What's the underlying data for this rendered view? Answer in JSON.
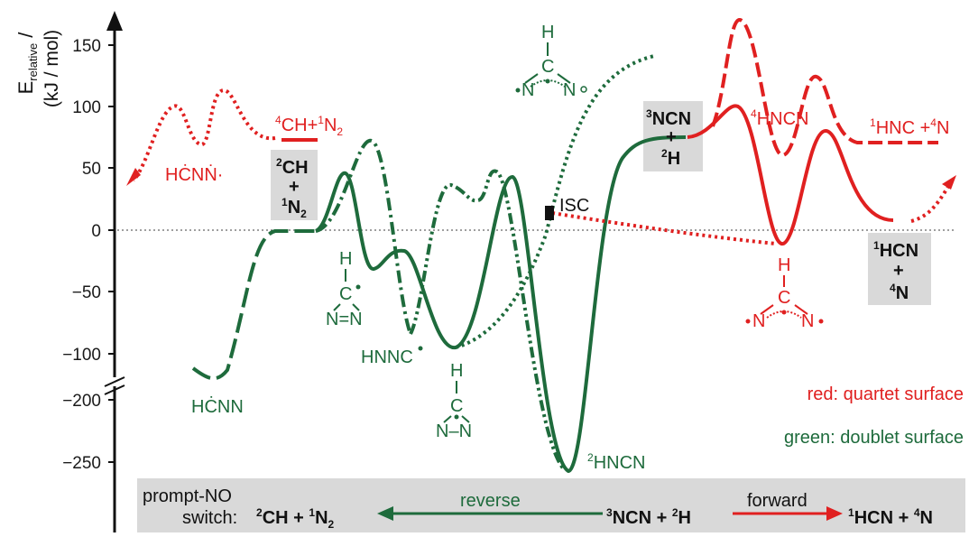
{
  "axis": {
    "ylabel_main": "E",
    "ylabel_sub": "relative",
    "ylabel_tail": " /",
    "ylabel_unit": "(kJ / mol)",
    "ticks": [
      "150",
      "100",
      "50",
      "0",
      "−50",
      "−100",
      "−200",
      "−250"
    ]
  },
  "species": {
    "hcnn_left_red": "HĊNṄ·",
    "ch_n2_quartet": "CH+",
    "ch_n2_quartet_sup1": "4",
    "ch_n2_quartet_sup2": "1",
    "ch_n2_quartet_n": "N",
    "ch_n2_quartet_sub": "2",
    "box_ch": "CH",
    "box_ch_sup": "2",
    "box_plus": "+",
    "box_n2": "N",
    "box_n2_sup": "1",
    "box_n2_sub": "2",
    "hcnn_green": "HĊNN",
    "hnnc": "HNNC",
    "isc": "ISC",
    "hncn_2": "HNCN",
    "hncn_2_sup": "2",
    "box_ncn": "NCN",
    "box_ncn_sup": "3",
    "box_h": "H",
    "box_h_sup": "2",
    "hncn_4": "HNCN",
    "hncn_4_sup": "4",
    "hnc_n": "HNC +",
    "hnc_sup1": "1",
    "hnc_sup2": "4",
    "hnc_n_tail": "N",
    "box_hcn": "HCN",
    "box_hcn_sup": "1",
    "box_n": "N",
    "box_n_sup": "4",
    "struct_h": "H",
    "struct_c": "C",
    "struct_n": "N",
    "struct_nn": "N=N",
    "struct_n_n": "N–N"
  },
  "legend": {
    "red": "red: quartet surface",
    "green": "green: doublet surface"
  },
  "bottom_bar": {
    "line1": "prompt-NO",
    "line2": "switch:",
    "left_product": "CH + ",
    "left_sup1": "2",
    "left_sup2": "1",
    "left_n": "N",
    "left_sub": "2",
    "reverse": "reverse",
    "center": "NCN + ",
    "center_sup1": "3",
    "center_sup2": "2",
    "center_h": "H",
    "forward": "forward",
    "right_product": "HCN + ",
    "right_sup1": "1",
    "right_sup2": "4",
    "right_n": "N"
  },
  "colors": {
    "green": "#1e6b3c",
    "red": "#e02020",
    "box": "#d9d9d9"
  }
}
